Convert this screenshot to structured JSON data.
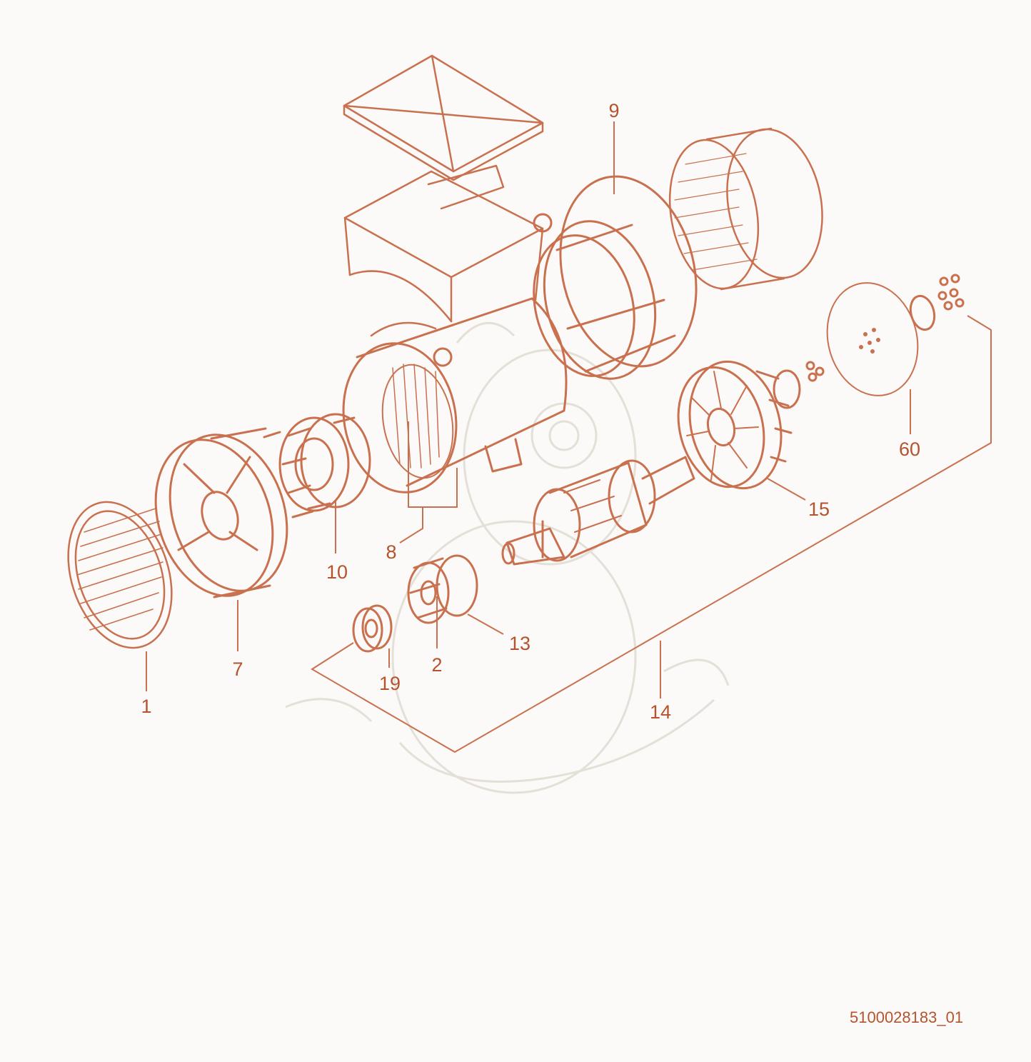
{
  "colors": {
    "line": "#c9704f",
    "label": "#b5532f",
    "watermark": "#e4e0d8",
    "background": "#fbfaf8"
  },
  "callouts": [
    {
      "id": "c1",
      "label": "1"
    },
    {
      "id": "c2",
      "label": "2"
    },
    {
      "id": "c7",
      "label": "7"
    },
    {
      "id": "c8",
      "label": "8"
    },
    {
      "id": "c9",
      "label": "9"
    },
    {
      "id": "c10",
      "label": "10"
    },
    {
      "id": "c13",
      "label": "13"
    },
    {
      "id": "c14",
      "label": "14"
    },
    {
      "id": "c15",
      "label": "15"
    },
    {
      "id": "c19",
      "label": "19"
    },
    {
      "id": "c60",
      "label": "60"
    }
  ],
  "document_id": "5100028183_01"
}
